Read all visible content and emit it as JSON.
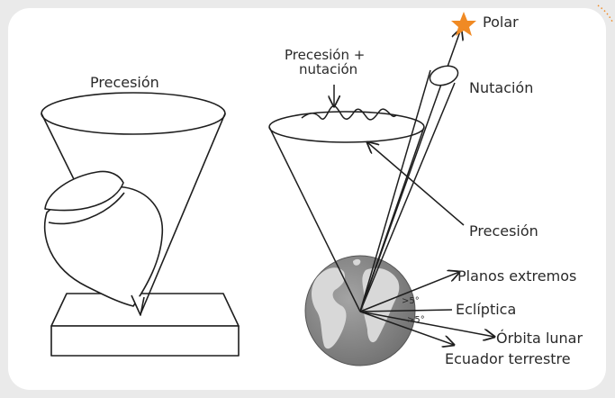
{
  "labels": {
    "precesion_left": "Precesión",
    "precesion_nutacion_line1": "Precesión +",
    "precesion_nutacion_line2": "nutación",
    "polar": "Polar",
    "nutacion": "Nutación",
    "precesion_right": "Precesión",
    "planos_extremos": "Planos extremos",
    "ecliptica": "Eclíptica",
    "orbita_lunar": "Órbita lunar",
    "ecuador_terrestre": "Ecuador terrestre",
    "angle_upper": ">5°",
    "angle_lower": ">5°"
  },
  "colors": {
    "star": "#f08a24",
    "line": "#1e1e1e",
    "globe_ocean": "#8a8a8a",
    "globe_land": "#d4d4d4",
    "background": "#eaeaea",
    "card": "#ffffff"
  },
  "icons": {
    "polar_star": "star-icon"
  }
}
